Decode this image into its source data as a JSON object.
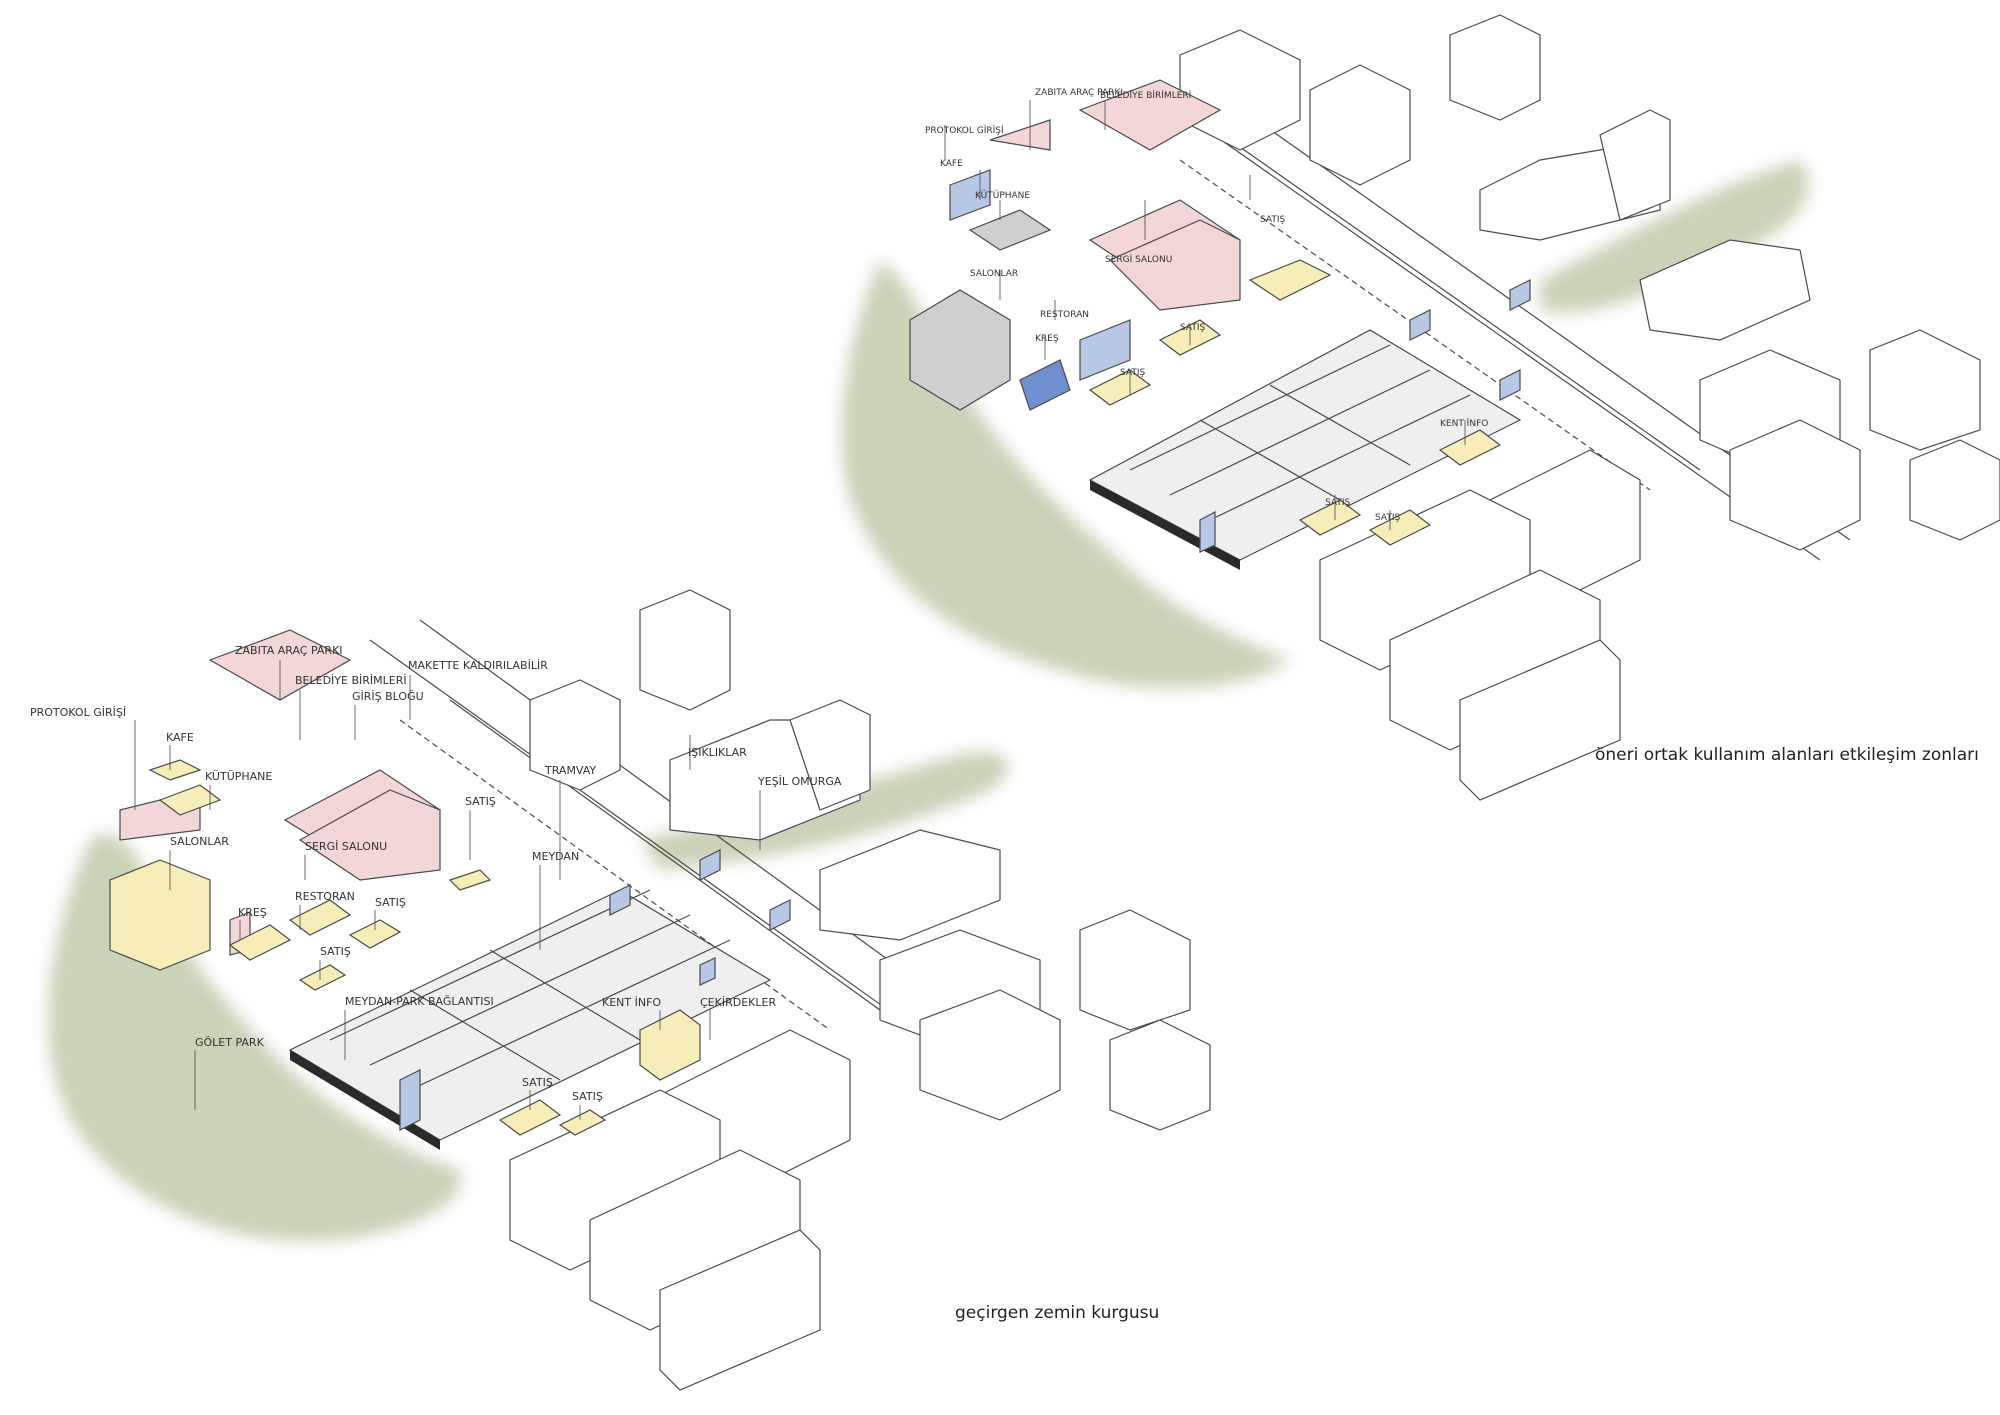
{
  "top_diagram": {
    "caption": "öneri ortak kullanım alanları etkileşim zonları",
    "labels": {
      "zabita": "ZABITA ARAÇ PARKI",
      "belediye": "BELEDİYE BİRİMLERİ",
      "protokol": "PROTOKOL GİRİŞİ",
      "kafe": "KAFE",
      "kutuphane": "KÜTÜPHANE",
      "satis1": "SATIŞ",
      "salonlar": "SALONLAR",
      "sergi": "SERGİ SALONU",
      "restoran": "RESTORAN",
      "satis2": "SATIŞ",
      "kres": "KREŞ",
      "satis3": "SATIŞ",
      "kent": "KENT İNFO",
      "satis4": "SATIŞ",
      "satis5": "SATIŞ"
    }
  },
  "bottom_diagram": {
    "caption": "geçirgen zemin kurgusu",
    "labels": {
      "zabita": "ZABITA ARAÇ PARKI",
      "belediye": "BELEDİYE BİRİMLERİ",
      "makette": "MAKETTE KALDIRILABİLİR",
      "protokol": "PROTOKOL GİRİŞİ",
      "giris": "GİRİŞ BLOĞU",
      "kafe": "KAFE",
      "kutuphane": "KÜTÜPHANE",
      "tramvay": "TRAMVAY",
      "isikliklar": "IŞIKLIKLAR",
      "yesil": "YEŞİL OMURGA",
      "satis1": "SATIŞ",
      "salonlar": "SALONLAR",
      "sergi": "SERGİ SALONU",
      "meydan": "MEYDAN",
      "restoran": "RESTORAN",
      "kres": "KREŞ",
      "satis2": "SATIŞ",
      "satis3": "SATIŞ",
      "meydan_park": "MEYDAN-PARK BAĞLANTISI",
      "kent": "KENT İNFO",
      "cekirdekler": "ÇEKİRDEKLER",
      "golet": "GÖLET PARK",
      "satis4": "SATIŞ",
      "satis5": "SATIŞ"
    }
  },
  "colors": {
    "background": "#ffffff",
    "line": "#4a4a4a",
    "ground_fill": "#f2f2f2",
    "vegetation": "#b9c3a0",
    "pink": "#f2d6d8",
    "yellow": "#f6edb8",
    "blue": "#b7c7e6",
    "blue_dark": "#6f8fd0",
    "grey": "#cfcfcf"
  }
}
